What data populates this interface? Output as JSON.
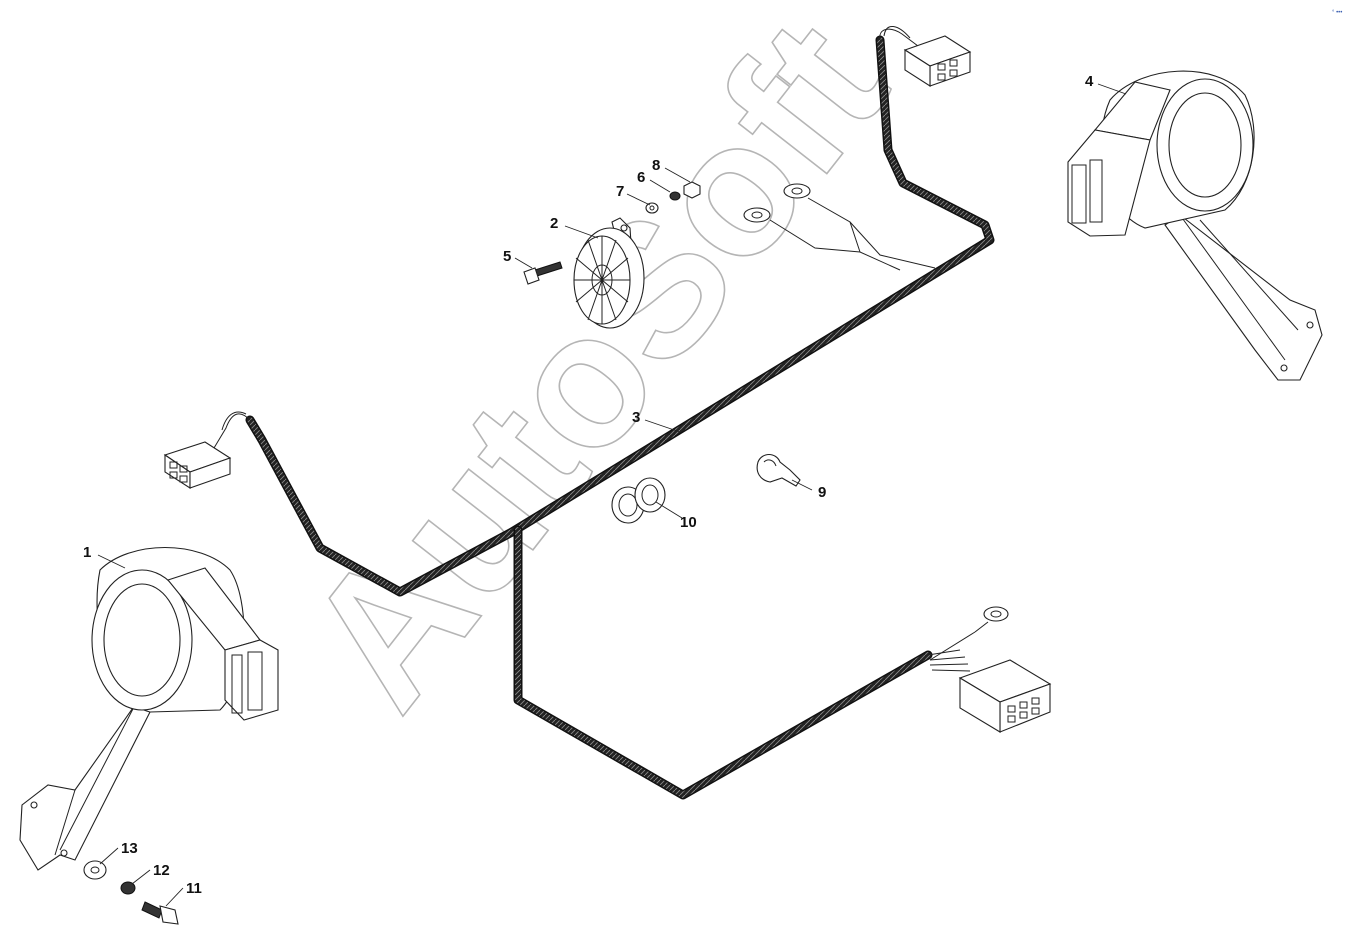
{
  "watermark": "AutoSoft",
  "corner_mark": "° •••",
  "callouts": [
    {
      "id": "1",
      "part": "horn-left"
    },
    {
      "id": "2",
      "part": "signal-horn"
    },
    {
      "id": "3",
      "part": "wiring-harness"
    },
    {
      "id": "4",
      "part": "horn-right"
    },
    {
      "id": "5",
      "part": "bolt"
    },
    {
      "id": "6",
      "part": "spring-washer"
    },
    {
      "id": "7",
      "part": "flat-washer"
    },
    {
      "id": "8",
      "part": "nut"
    },
    {
      "id": "9",
      "part": "clamp"
    },
    {
      "id": "10",
      "part": "grommet"
    },
    {
      "id": "11",
      "part": "bolt-lower"
    },
    {
      "id": "12",
      "part": "spring-washer-lower"
    },
    {
      "id": "13",
      "part": "flat-washer-lower"
    }
  ]
}
